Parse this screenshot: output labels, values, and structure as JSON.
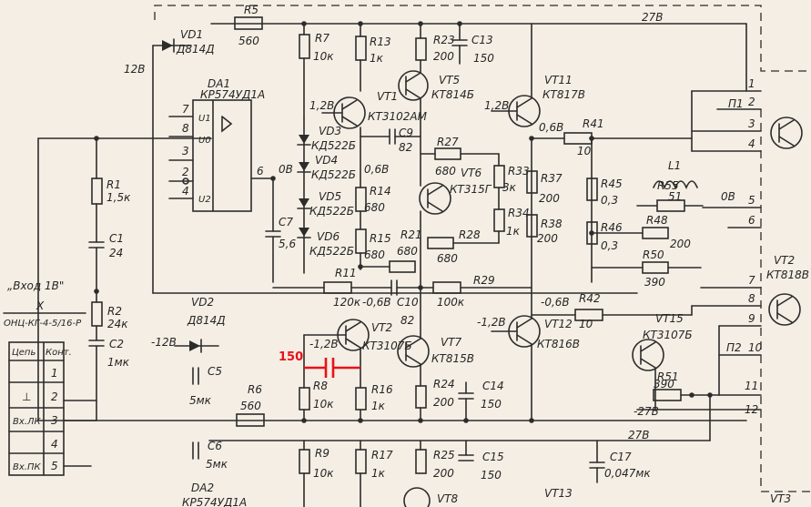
{
  "rail_labels": {
    "top": "27В",
    "bottom": "27В",
    "bottom_neg": "-27В",
    "vd1_side": "12В",
    "neg12": "-12В"
  },
  "input_block": {
    "title": "„Вход 1В\"",
    "conn_x": "Х",
    "conn_type": "ОНЦ-КГ-4-5/16-Р",
    "col1": "Цепь",
    "col2": "Конт.",
    "rows": [
      {
        "net": "",
        "pin": "1"
      },
      {
        "net": "⊥",
        "pin": "2"
      },
      {
        "net": "Вх.ЛК",
        "pin": "3"
      },
      {
        "net": "",
        "pin": "4"
      },
      {
        "net": "Вх.ПК",
        "pin": "5"
      }
    ]
  },
  "components": {
    "R5": {
      "ref": "R5",
      "val": "560"
    },
    "VD1": {
      "ref": "VD1",
      "val": "Д814Д"
    },
    "DA1": {
      "ref": "DA1",
      "val": "КР574УД1А",
      "u1": "U1",
      "u0": "U0",
      "u2": "U2"
    },
    "DA1_pins": [
      "7",
      "8",
      "3",
      "2",
      "4",
      "6"
    ],
    "R1": {
      "ref": "R1",
      "val": "1,5к"
    },
    "C1": {
      "ref": "C1",
      "val": "24"
    },
    "R2": {
      "ref": "R2",
      "val": "24к"
    },
    "C2": {
      "ref": "C2",
      "val": "1мк"
    },
    "VD2": {
      "ref": "VD2",
      "val": "Д814Д"
    },
    "C5": {
      "ref": "C5",
      "val": "5мк"
    },
    "R6": {
      "ref": "R6",
      "val": "560"
    },
    "C6": {
      "ref": "C6",
      "val": "5мк"
    },
    "DA2": {
      "ref": "DA2",
      "val": "КР574УД1А"
    },
    "R7": {
      "ref": "R7",
      "val": "10к"
    },
    "R13": {
      "ref": "R13",
      "val": "1к"
    },
    "R23": {
      "ref": "R23",
      "val": "200"
    },
    "C13": {
      "ref": "C13",
      "val": "150"
    },
    "VT1": {
      "ref": "VT1",
      "val": "КТ3102АМ"
    },
    "VT5": {
      "ref": "VT5",
      "val": "КТ814Б"
    },
    "VT11": {
      "ref": "VT11",
      "val": "КТ817В"
    },
    "VD3": {
      "ref": "VD3",
      "val": "КД522Б"
    },
    "VD4": {
      "ref": "VD4",
      "val": "КД522Б"
    },
    "VD5": {
      "ref": "VD5",
      "val": "КД522Б"
    },
    "VD6": {
      "ref": "VD6",
      "val": "КД522Б"
    },
    "C9": {
      "ref": "C9",
      "val": "82"
    },
    "R27": {
      "ref": "R27",
      "val": "680"
    },
    "VT6": {
      "ref": "VT6",
      "val": "КТ315Г"
    },
    "R33": {
      "ref": "R33",
      "val": "3к"
    },
    "R34": {
      "ref": "R34",
      "val": "1к"
    },
    "R37": {
      "ref": "R37",
      "val": "200"
    },
    "R38": {
      "ref": "R38",
      "val": "200"
    },
    "R41": {
      "ref": "R41",
      "val": "10"
    },
    "R45": {
      "ref": "R45",
      "val": "0,3"
    },
    "R46": {
      "ref": "R46",
      "val": "0,3"
    },
    "L1": {
      "ref": "L1"
    },
    "R55": {
      "ref": "R55",
      "val": "51"
    },
    "R48": {
      "ref": "R48",
      "val": "200"
    },
    "R50": {
      "ref": "R50",
      "val": "390"
    },
    "R14": {
      "ref": "R14",
      "val": "680"
    },
    "R15": {
      "ref": "R15",
      "val": "680"
    },
    "R21": {
      "ref": "R21",
      "val": "680"
    },
    "R28": {
      "ref": "R28",
      "val": "680"
    },
    "C7": {
      "ref": "C7",
      "val": "5,6"
    },
    "R11": {
      "ref": "R11",
      "val": "120к"
    },
    "C10": {
      "ref": "C10",
      "val": "82"
    },
    "R29": {
      "ref": "R29",
      "val": "100к"
    },
    "R42": {
      "ref": "R42",
      "val": "10"
    },
    "VT2": {
      "ref": "VT2",
      "val": "КТ3107Б"
    },
    "VT7": {
      "ref": "VT7",
      "val": "КТ815В"
    },
    "VT12": {
      "ref": "VT12",
      "val": "КТ816В"
    },
    "VT15": {
      "ref": "VT15",
      "val": "КТ3107Б"
    },
    "R51": {
      "ref": "R51",
      "val": "390"
    },
    "R8": {
      "ref": "R8",
      "val": "10к"
    },
    "R16": {
      "ref": "R16",
      "val": "1к"
    },
    "R24": {
      "ref": "R24",
      "val": "200"
    },
    "C14": {
      "ref": "C14",
      "val": "150"
    },
    "R9": {
      "ref": "R9",
      "val": "10к"
    },
    "R17": {
      "ref": "R17",
      "val": "1к"
    },
    "R25": {
      "ref": "R25",
      "val": "200"
    },
    "C15": {
      "ref": "C15",
      "val": "150"
    },
    "C17": {
      "ref": "C17",
      "val": "0,047мк"
    },
    "VT8": {
      "ref": "VT8"
    },
    "VT13": {
      "ref": "VT13"
    },
    "VT3": {
      "ref": "VT3"
    },
    "VT12R": {
      "ref": "VT2",
      "val": "КТ818В"
    }
  },
  "voltages": {
    "v128a": "1,2В",
    "v128b": "1,2В",
    "v06": "0,6В",
    "v0b": "0В",
    "v06b": "0,6В",
    "v0c": "0В",
    "vm06a": "-0,6В",
    "vm06b": "-0,6В",
    "vm12a": "-1,2В",
    "vm12b": "-1,2В"
  },
  "connectors": {
    "p1": "П1",
    "p2": "П2",
    "pins": [
      "1",
      "2",
      "3",
      "4",
      "5",
      "6",
      "7",
      "8",
      "9",
      "10",
      "11",
      "12"
    ]
  },
  "annotation": {
    "label": "150",
    "color": "#e8111a"
  }
}
